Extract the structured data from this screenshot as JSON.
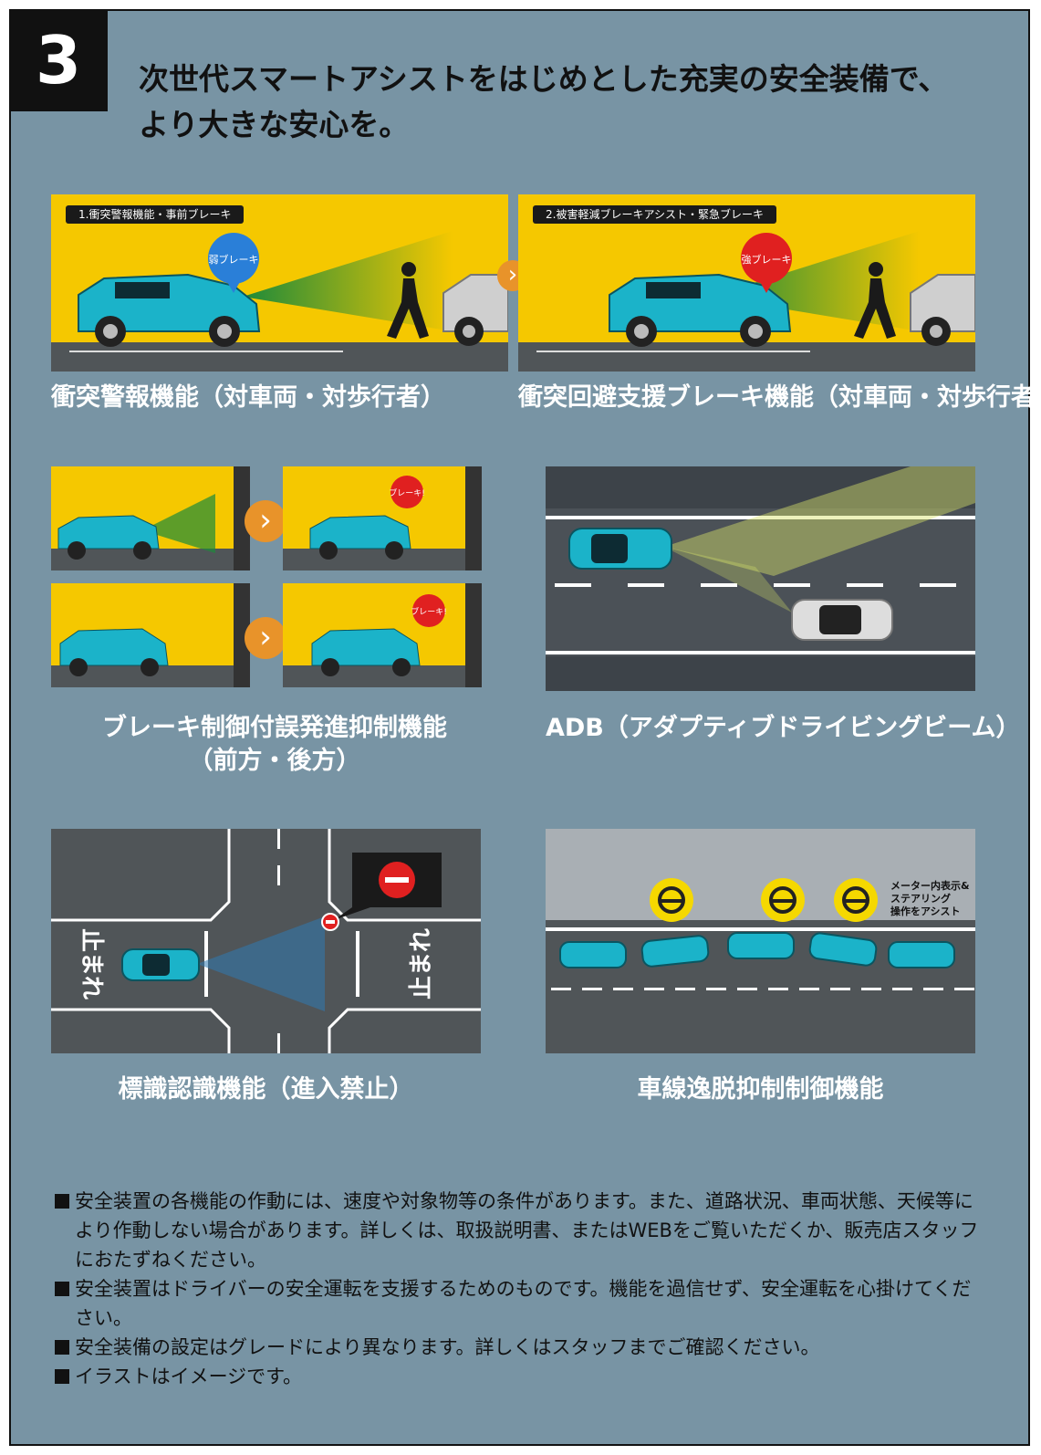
{
  "section": {
    "number": "3",
    "headline_line1": "次世代スマートアシストをはじめとした充実の安全装備で、",
    "headline_line2": "より大きな安心を。"
  },
  "colors": {
    "panel": "#7894a4",
    "yellow": "#f5c800",
    "car": "#1bb3c9",
    "road": "#505558",
    "arrow": "#e8932a",
    "alert": "#e02020"
  },
  "features": [
    {
      "caption": "衝突警報機能（対車両・対歩行者）",
      "tag": "1.衝突警報機能・事前ブレーキ",
      "bubble": "弱ブレーキ"
    },
    {
      "caption": "衝突回避支援ブレーキ機能（対車両・対歩行者）",
      "tag": "2.被害軽減ブレーキアシスト・緊急ブレーキ",
      "bubble": "強ブレーキ"
    },
    {
      "caption_line1": "ブレーキ制御付誤発進抑制機能",
      "caption_line2": "（前方・後方）",
      "bubble": "ブレーキ!"
    },
    {
      "caption": "ADB（アダプティブドライビングビーム）"
    },
    {
      "caption": "標識認識機能（進入禁止）",
      "road_text": "止まれ"
    },
    {
      "caption": "車線逸脱抑制制御機能",
      "note": [
        "メーター内表示&",
        "ステアリング",
        "操作をアシスト"
      ]
    }
  ],
  "notes": [
    "安全装置の各機能の作動には、速度や対象物等の条件があります。また、道路状況、車両状態、天候等により作動しない場合があります。詳しくは、取扱説明書、またはWEBをご覧いただくか、販売店スタッフにおたずねください。",
    "安全装置はドライバーの安全運転を支援するためのものです。機能を過信せず、安全運転を心掛けてください。",
    "安全装備の設定はグレードにより異なります。詳しくはスタッフまでご確認ください。",
    "イラストはイメージです。"
  ]
}
